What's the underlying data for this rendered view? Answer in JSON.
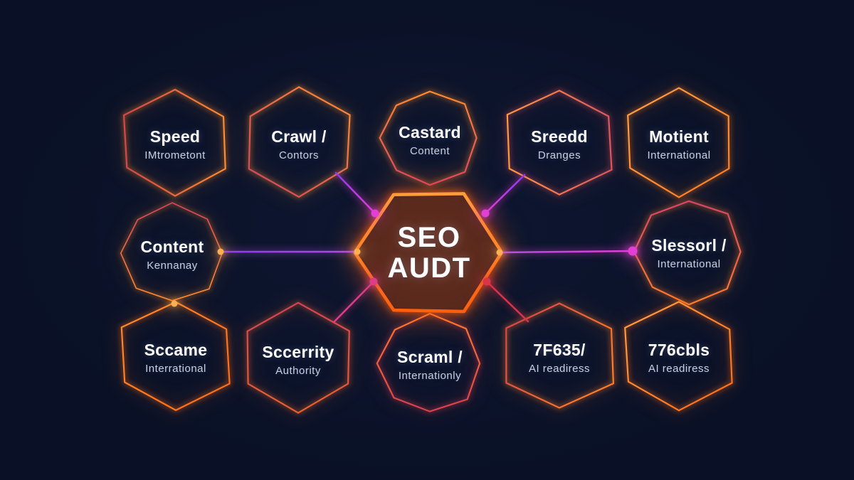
{
  "diagram": {
    "center": {
      "line1": "SEO",
      "line2": "AUDT"
    },
    "nodes": [
      {
        "id": "speed",
        "title": "Speed",
        "subtitle": "IMtrometont",
        "stroke": [
          "#d9454e",
          "#ff8c2e"
        ]
      },
      {
        "id": "crawl",
        "title": "Crawl /",
        "subtitle": "Contors",
        "stroke": [
          "#d63f63",
          "#ff9234"
        ]
      },
      {
        "id": "castard",
        "title": "Castard",
        "subtitle": "Content",
        "stroke": [
          "#e0416e",
          "#ff8c2e"
        ]
      },
      {
        "id": "sreedd",
        "title": "Sreedd",
        "subtitle": "Dranges",
        "stroke": [
          "#ff9a3e",
          "#dd5560"
        ]
      },
      {
        "id": "motient",
        "title": "Motient",
        "subtitle": "International",
        "stroke": [
          "#ffa24a",
          "#ff7d1f"
        ]
      },
      {
        "id": "content",
        "title": "Content",
        "subtitle": "Kennanay",
        "stroke": [
          "#d94360",
          "#ff8c2e"
        ]
      },
      {
        "id": "slessorl",
        "title": "Slessorl /",
        "subtitle": "International",
        "stroke": [
          "#d9436e",
          "#ff7d2a"
        ]
      },
      {
        "id": "sccame",
        "title": "Sccame",
        "subtitle": "Interrational",
        "stroke": [
          "#ff8c2e",
          "#ff6a14"
        ]
      },
      {
        "id": "sccerity",
        "title": "Sccerrity",
        "subtitle": "Authority",
        "stroke": [
          "#d9435a",
          "#e8622e"
        ]
      },
      {
        "id": "scraml",
        "title": "Scraml /",
        "subtitle": "Internationly",
        "stroke": [
          "#ff7d2a",
          "#d9404e"
        ]
      },
      {
        "id": "f7635",
        "title": "7F635/",
        "subtitle": "AI readiress",
        "stroke": [
          "#d9404e",
          "#ff7d2a"
        ]
      },
      {
        "id": "cbls776",
        "title": "776cbls",
        "subtitle": "AI readiress",
        "stroke": [
          "#ffa24a",
          "#ff6a14"
        ]
      }
    ],
    "center_stroke": [
      "#ff9d3a",
      "#ff5f0e"
    ],
    "colors": {
      "background": "#0a1126",
      "line_purple": "#8b3cf0",
      "line_violet": "#b44ae8",
      "line_magenta": "#e23fd6",
      "line_pink": "#dd3d86",
      "line_red": "#d93448",
      "dot_orange": "#ffb050",
      "title_text": "#ffffff",
      "subtitle_text": "#c9d0e0"
    }
  }
}
